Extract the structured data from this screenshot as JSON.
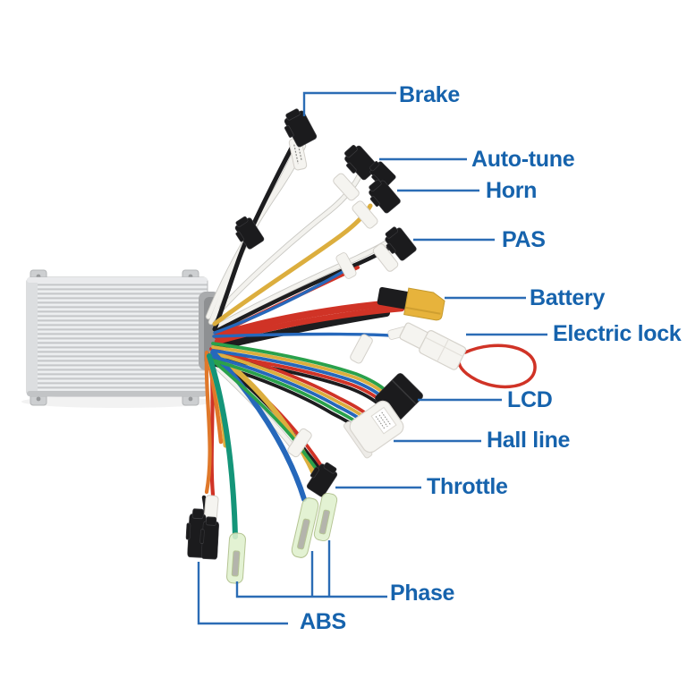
{
  "labels": {
    "brake": "Brake",
    "auto_tune": "Auto-tune",
    "horn": "Horn",
    "pas": "PAS",
    "battery": "Battery",
    "electric_lock": "Electric lock",
    "lcd": "LCD",
    "hall_line": "Hall line",
    "throttle": "Throttle",
    "phase": "Phase",
    "abs": "ABS"
  },
  "colors": {
    "background": "#ffffff",
    "label_text": "#1663ad",
    "callout_line": "#2b6cb5",
    "wire_black": "#1d1d1f",
    "wire_white": "#f3f2ee",
    "wire_white_edge": "#c9c8c3",
    "wire_red": "#d03326",
    "wire_orange": "#e0782a",
    "wire_yellow": "#dcae3e",
    "wire_blue": "#2668bb",
    "wire_teal": "#149579",
    "wire_green": "#2aa14b",
    "connector_black": "#1b1b1d",
    "connector_white": "#f5f4f0",
    "connector_yellow": "#e7b33c",
    "spade_green": "#dff0cd",
    "controller_silver": "#dcdee0"
  }
}
